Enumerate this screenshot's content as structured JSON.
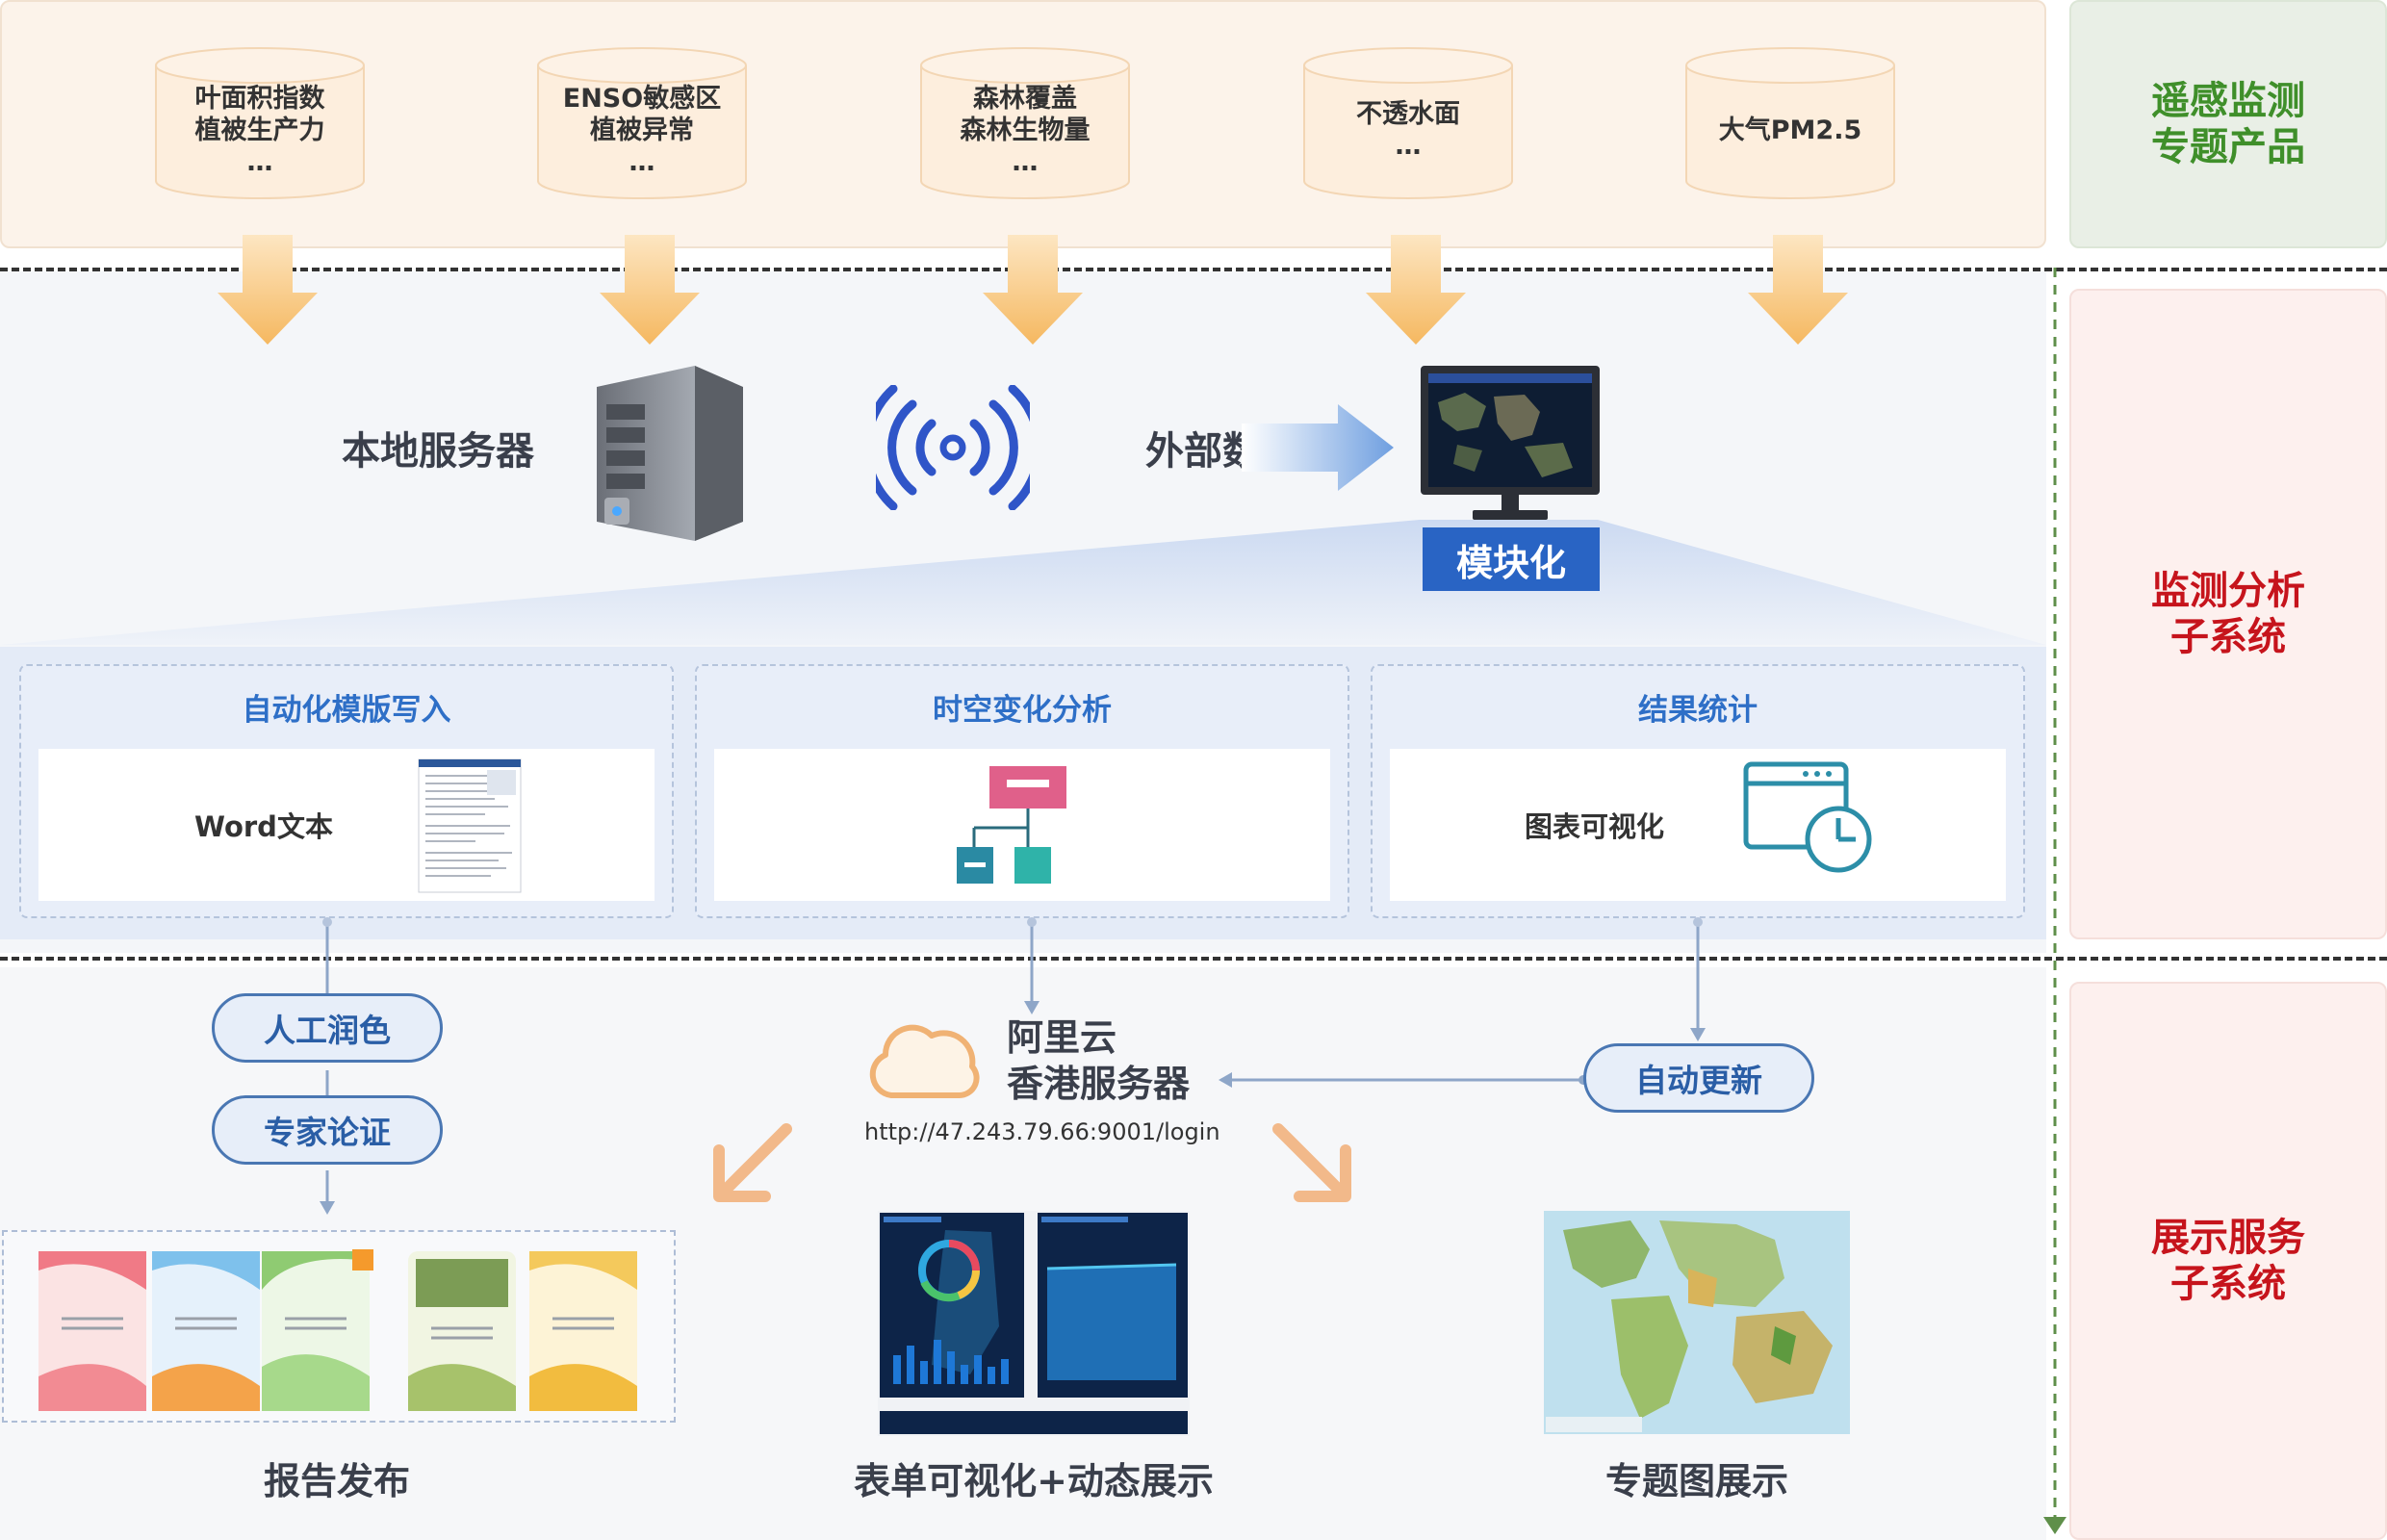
{
  "products": [
    {
      "lines": [
        "叶面积指数",
        "植被生产力",
        "…"
      ]
    },
    {
      "lines": [
        "ENSO敏感区",
        "植被异常",
        "…"
      ]
    },
    {
      "lines": [
        "森林覆盖",
        "森林生物量",
        "…"
      ]
    },
    {
      "lines": [
        "不透水面",
        "…"
      ]
    },
    {
      "lines": [
        "大气PM2.5"
      ]
    }
  ],
  "side_labels": {
    "remote_sensing": [
      "遥感监测",
      "专题产品"
    ],
    "analysis": [
      "监测分析",
      "子系统"
    ],
    "display": [
      "展示服务",
      "子系统"
    ]
  },
  "middle": {
    "local_server": "本地服务器",
    "external_data": "外部数据",
    "modular": "模块化"
  },
  "subsystems": [
    {
      "title": "自动化模版写入",
      "content": "Word文本"
    },
    {
      "title": "时空变化分析",
      "content": ""
    },
    {
      "title": "结果统计",
      "content": "图表可视化"
    }
  ],
  "flow": {
    "manual_polish": "人工润色",
    "expert_review": "专家论证",
    "auto_update": "自动更新",
    "cloud_title": [
      "阿里云",
      "香港服务器"
    ],
    "cloud_url": "http://47.243.79.66:9001/login"
  },
  "captions": {
    "report": "报告发布",
    "form": "表单可视化+动态展示",
    "map": "专题图展示"
  },
  "colors": {
    "accent_blue": "#2e6fc7",
    "arrow_orange": "#f5b860",
    "side_green": "#3f8f2a",
    "side_red": "#c6141c"
  }
}
